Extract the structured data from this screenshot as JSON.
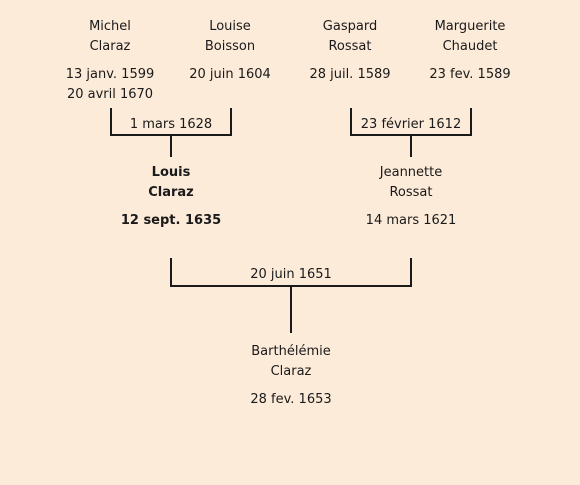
{
  "people": {
    "michel": {
      "first": "Michel",
      "last": "Claraz",
      "birth": "13 janv. 1599",
      "death": "20 avril 1670"
    },
    "louise": {
      "first": "Louise",
      "last": "Boisson",
      "birth": "20 juin 1604"
    },
    "gaspard": {
      "first": "Gaspard",
      "last": "Rossat",
      "birth": "28 juil. 1589"
    },
    "marguerite": {
      "first": "Marguerite",
      "last": "Chaudet",
      "birth": "23 fev. 1589"
    },
    "louis": {
      "first": "Louis",
      "last": "Claraz",
      "birth": "12 sept. 1635"
    },
    "jeannette": {
      "first": "Jeannette",
      "last": "Rossat",
      "birth": "14 mars 1621"
    },
    "barthelemie": {
      "first": "Barthélémie",
      "last": "Claraz",
      "birth": "28 fev. 1653"
    }
  },
  "marriages": {
    "michel_louise": "1 mars 1628",
    "gaspard_marguerite": "23 février 1612",
    "louis_jeannette": "20 juin 1651"
  }
}
